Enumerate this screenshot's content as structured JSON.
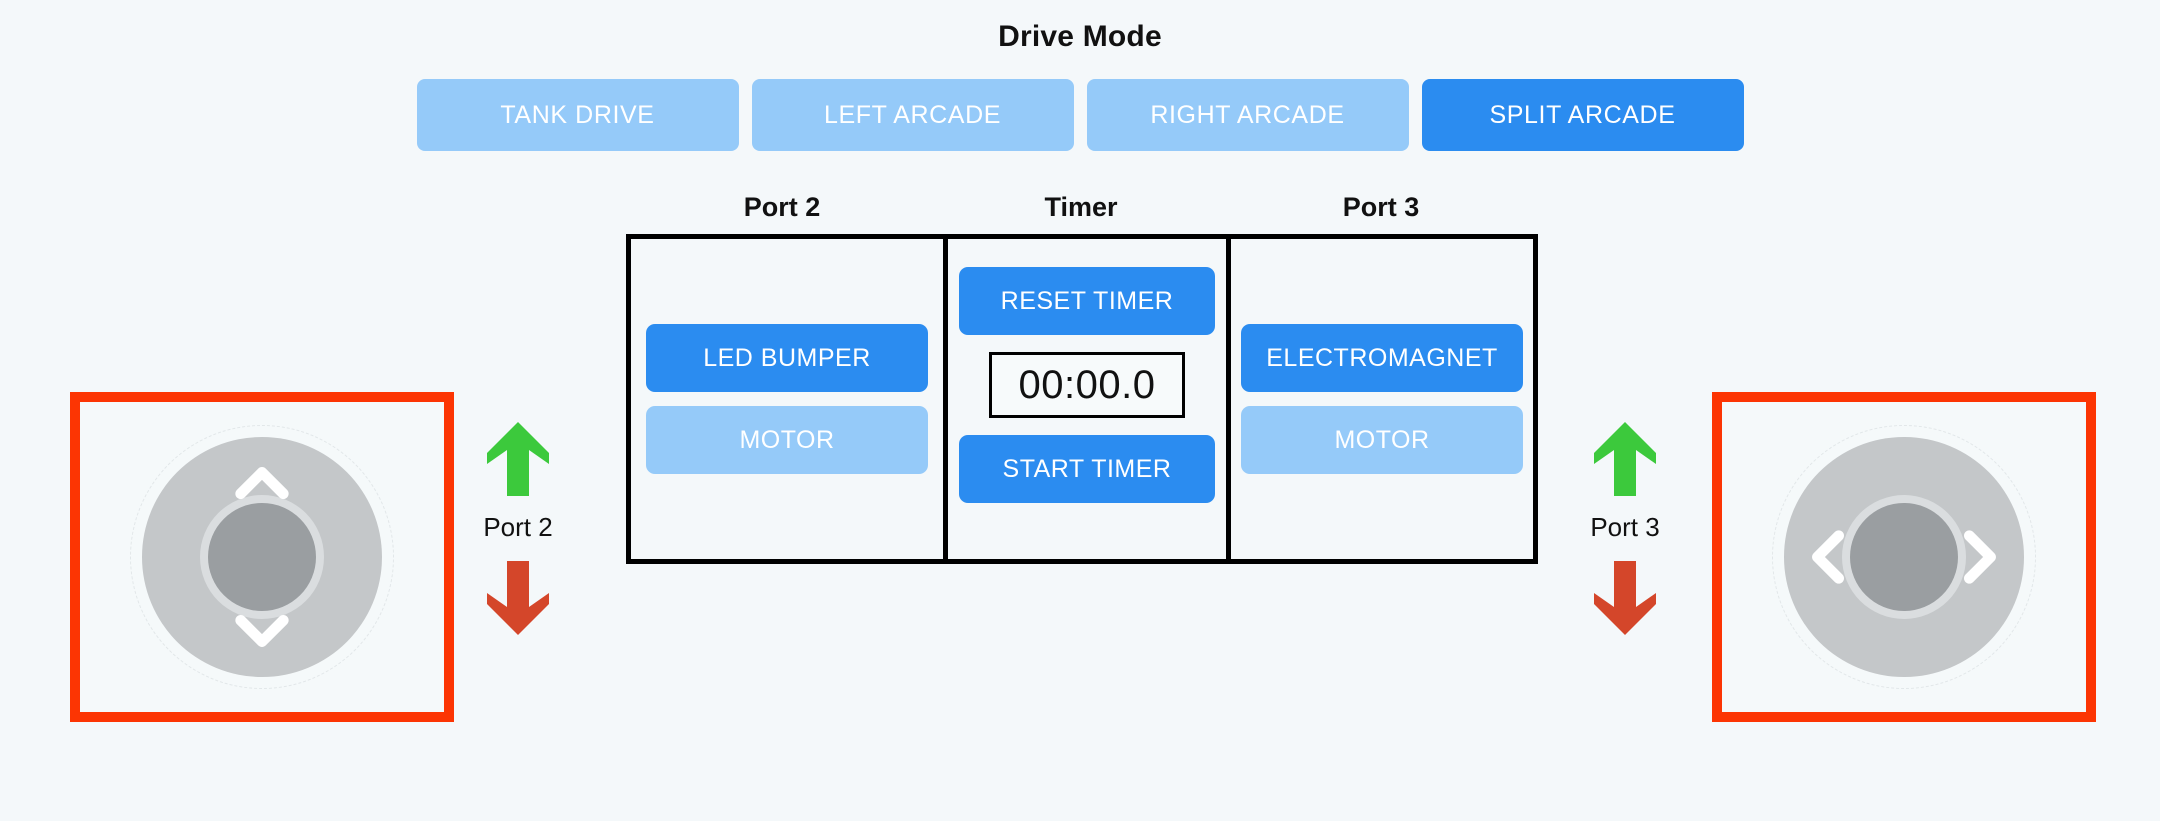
{
  "header": {
    "title": "Drive Mode"
  },
  "drive_modes": {
    "options": [
      {
        "label": "TANK DRIVE",
        "active": false
      },
      {
        "label": "LEFT ARCADE",
        "active": false
      },
      {
        "label": "RIGHT ARCADE",
        "active": false
      },
      {
        "label": "SPLIT ARCADE",
        "active": true
      }
    ],
    "selected": "SPLIT ARCADE"
  },
  "columns": {
    "port2_caption": "Port 2",
    "timer_caption": "Timer",
    "port3_caption": "Port 3"
  },
  "port2_panel": {
    "buttons": [
      {
        "label": "LED BUMPER",
        "state": "on"
      },
      {
        "label": "MOTOR",
        "state": "off"
      }
    ]
  },
  "timer_panel": {
    "reset_label": "RESET TIMER",
    "display": "00:00.0",
    "start_label": "START TIMER"
  },
  "port3_panel": {
    "buttons": [
      {
        "label": "ELECTROMAGNET",
        "state": "on"
      },
      {
        "label": "MOTOR",
        "state": "off"
      }
    ]
  },
  "left_joystick": {
    "axis": "vertical",
    "up_icon": "chevron-up-icon",
    "down_icon": "chevron-down-icon",
    "highlight_color": "#fc3503"
  },
  "right_joystick": {
    "axis": "horizontal",
    "left_icon": "chevron-left-icon",
    "right_icon": "chevron-right-icon",
    "highlight_color": "#fc3503"
  },
  "port2_arrows": {
    "label": "Port 2",
    "up_icon": "arrow-up-icon",
    "down_icon": "arrow-down-icon",
    "up_color": "#3cc93c",
    "down_color": "#d4462a"
  },
  "port3_arrows": {
    "label": "Port 3",
    "up_icon": "arrow-up-icon",
    "down_icon": "arrow-down-icon",
    "up_color": "#3cc93c",
    "down_color": "#d4462a"
  },
  "theme": {
    "background": "#f4f8fa",
    "accent_active": "#2b8cf0",
    "accent_inactive": "#95caf9",
    "panel_border": "#000000"
  }
}
